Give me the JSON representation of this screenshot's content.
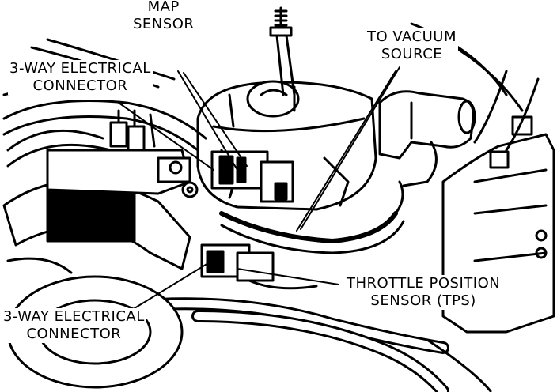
{
  "figure": {
    "labels": {
      "map_sensor": [
        "MAP",
        "SENSOR"
      ],
      "to_vacuum_source": [
        "TO VACUUM",
        "SOURCE"
      ],
      "connector_upper": [
        "3-WAY ELECTRICAL",
        "CONNECTOR"
      ],
      "connector_lower": [
        "3-WAY ELECTRICAL",
        "CONNECTOR"
      ],
      "tps": [
        "THROTTLE POSITION",
        "SENSOR (TPS)"
      ]
    }
  },
  "colors": {
    "ink": "#000000",
    "paper": "#ffffff"
  }
}
